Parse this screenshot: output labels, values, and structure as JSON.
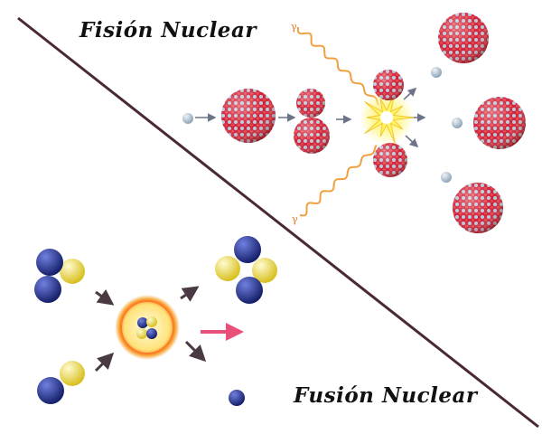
{
  "fission": {
    "title": "Fisión Nuclear",
    "gamma_label": "γ",
    "colors": {
      "proton": "#d0243c",
      "neutron": "#b8c8d8",
      "flash": "#fff36a",
      "gamma": "#f0a040",
      "arrow": "#6c7488"
    }
  },
  "fusion": {
    "title": "Fusión Nuclear",
    "colors": {
      "proton": "#2a3c9a",
      "neutron": "#f2e85a",
      "energy_arrow": "#e8507a",
      "core": "#ffb030"
    }
  },
  "divider_color": "#4a2838"
}
